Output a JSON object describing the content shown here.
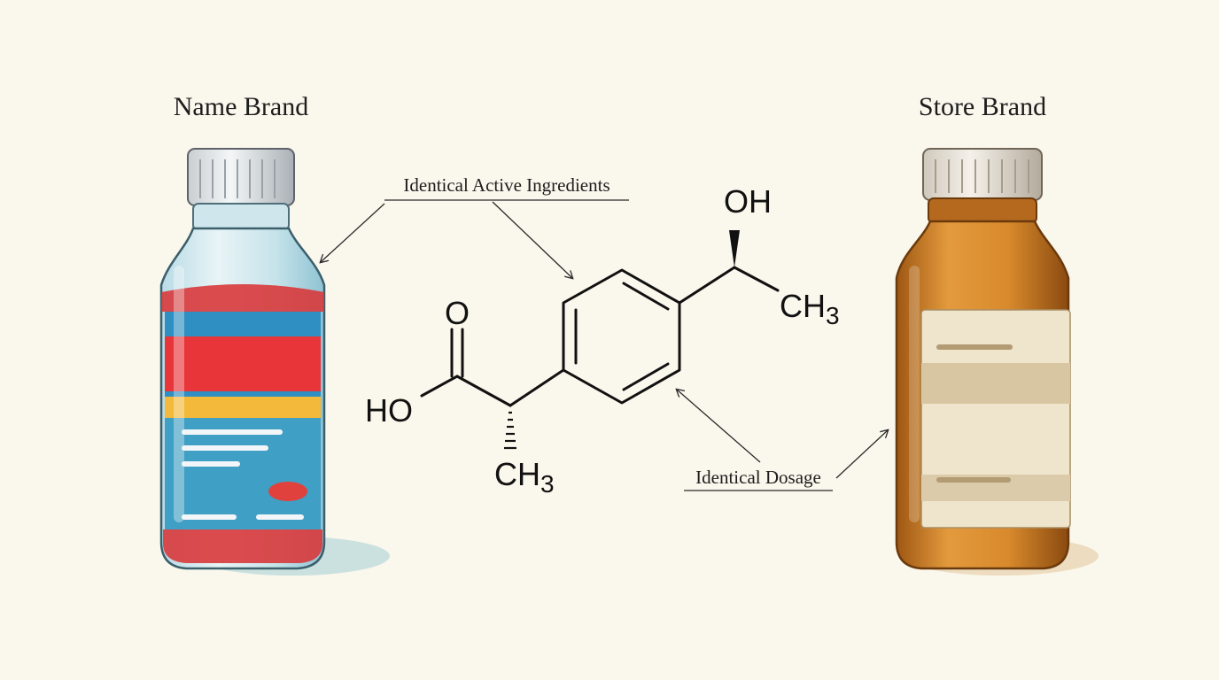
{
  "left_bottle": {
    "title": "Name Brand"
  },
  "right_bottle": {
    "title": "Store Brand"
  },
  "annotations": {
    "active_ingredients": "Identical Active Ingredients",
    "dosage": "Identical Dosage"
  },
  "molecule": {
    "oh_top": "OH",
    "ch3_right": "CH",
    "ch3_right_sub": "3",
    "carbonyl_o": "O",
    "ho_left": "HO",
    "ch3_bottom": "CH",
    "ch3_bottom_sub": "3"
  },
  "colors": {
    "background": "#faf7ec",
    "name_brand_red": "#e8353a",
    "name_brand_blue": "#2f8fc2",
    "name_brand_yellow": "#f3b93a",
    "store_brand_amber": "#c97a22",
    "store_label": "#efe4cc",
    "ink": "#1d1d1d"
  }
}
